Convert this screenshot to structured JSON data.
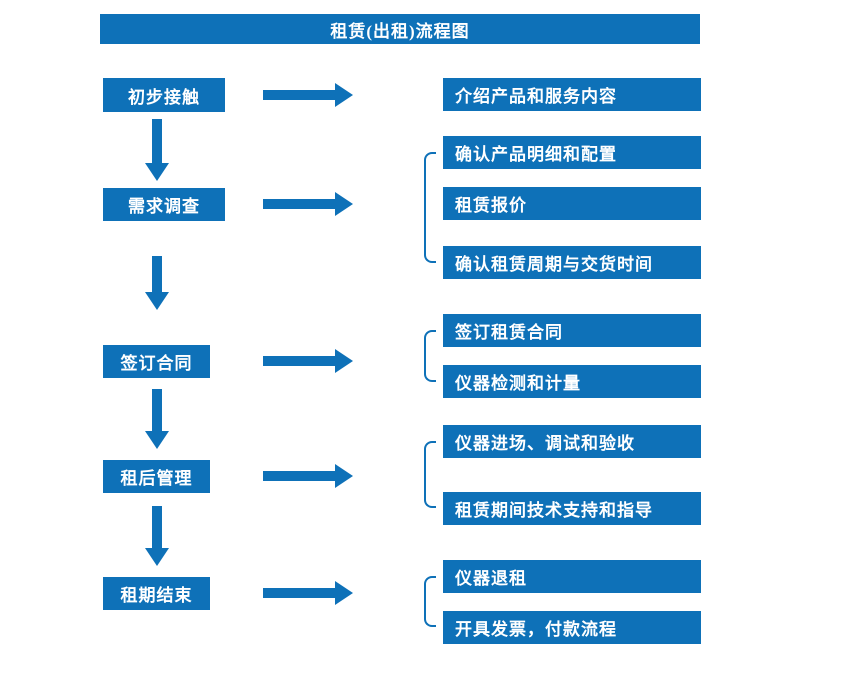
{
  "title": "租赁(出租)流程图",
  "colors": {
    "primary": "#0E71B8",
    "text_on_primary": "#FFFFFF",
    "background": "#FFFFFF"
  },
  "flow": {
    "steps": [
      {
        "label": "初步接触",
        "outputs": [
          "介绍产品和服务内容"
        ]
      },
      {
        "label": "需求调查",
        "outputs": [
          "确认产品明细和配置",
          "租赁报价",
          "确认租赁周期与交货时间"
        ]
      },
      {
        "label": "签订合同",
        "outputs": [
          "签订租赁合同",
          "仪器检测和计量"
        ]
      },
      {
        "label": "租后管理",
        "outputs": [
          "仪器进场、调试和验收",
          "租赁期间技术支持和指导"
        ]
      },
      {
        "label": "租期结束",
        "outputs": [
          "仪器退租",
          "开具发票，付款流程"
        ]
      }
    ]
  }
}
